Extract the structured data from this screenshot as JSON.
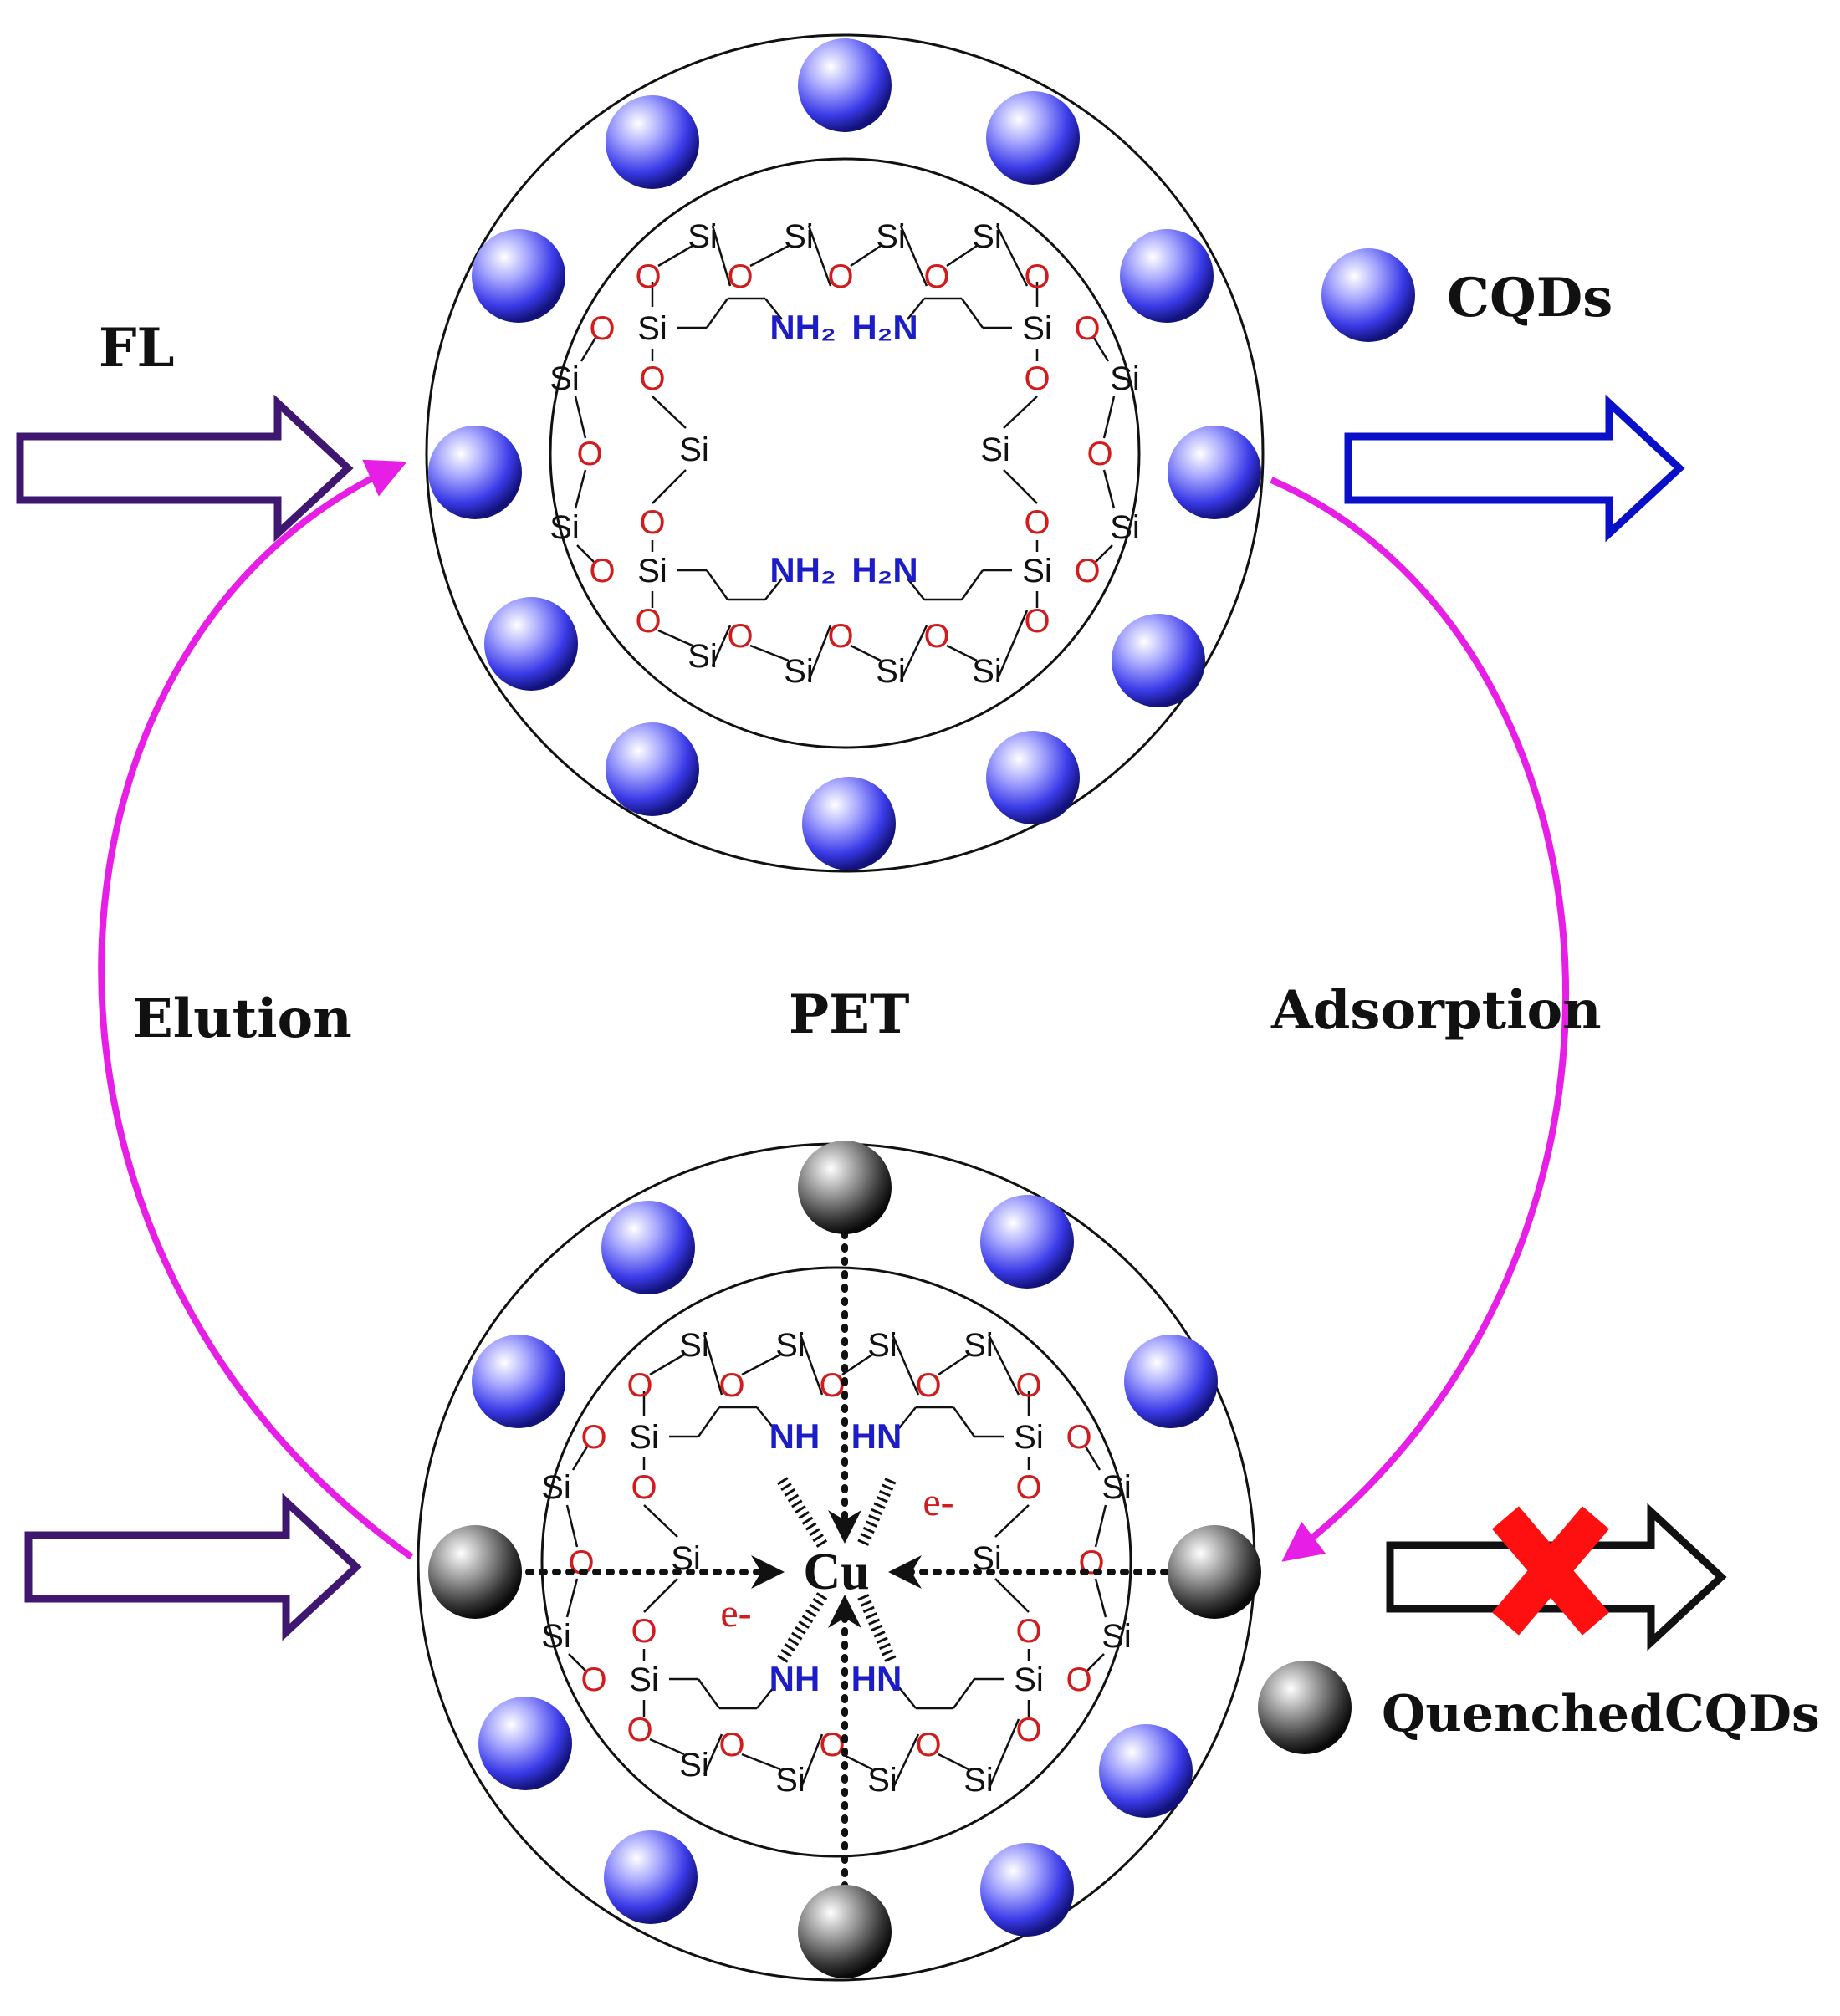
{
  "labels": {
    "fl": "FL",
    "elution": "Elution",
    "pet": "PET",
    "adsorption": "Adsorption",
    "legend_cqds": "CQDs",
    "legend_quenched": "QuenchedCQDs"
  },
  "chemistry": {
    "silicon": "Si",
    "oxygen": "O",
    "amine_nh2": "NH₂",
    "amine_h2n": "H₂N",
    "amine_nh": "NH",
    "amine_hn": "HN",
    "copper": "Cu",
    "electron": "e-"
  },
  "colors": {
    "cycle_arrow": "#e61ee6",
    "input_arrow": "#3f1770",
    "output_arrow_top": "#0a10c8",
    "output_arrow_bottom": "#111111",
    "block_cross": "#ff1010",
    "cqd_sphere": "#3a3ae8",
    "quenched_sphere": "#2a2a2a"
  }
}
